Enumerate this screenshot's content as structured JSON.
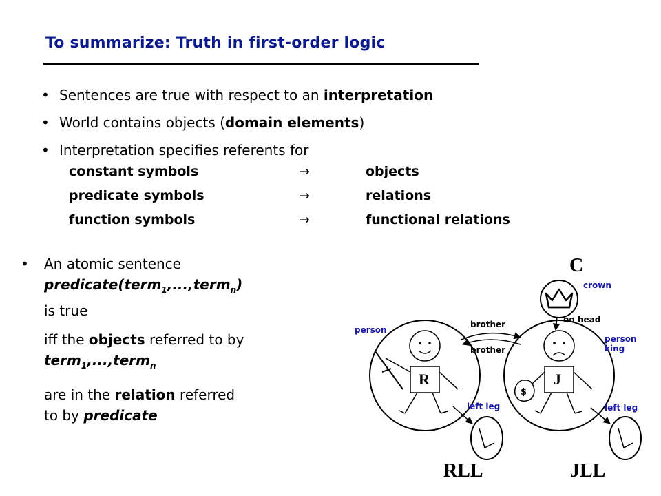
{
  "slide": {
    "title": "To summarize: Truth in first-order logic",
    "bullet_char": "•",
    "bullets": [
      {
        "pre": "Sentences are true with respect to an ",
        "bold": "interpretation",
        "post": ""
      },
      {
        "pre": "World contains objects (",
        "bold": "domain elements",
        "post": ")"
      },
      {
        "pre": "Interpretation specifies referents for",
        "bold": "",
        "post": ""
      }
    ],
    "mappings": [
      {
        "from": "constant symbols",
        "arrow": "→",
        "to": "objects"
      },
      {
        "from": "predicate symbols",
        "arrow": "→",
        "to": "relations"
      },
      {
        "from": "function symbols",
        "arrow": "→",
        "to": "functional relations"
      }
    ],
    "atomic": {
      "intro": "An atomic sentence",
      "formula_pre": "predicate(term",
      "sub1": "1",
      "formula_mid": ",...,term",
      "subn": "n",
      "formula_post": ")",
      "is_true": "is true",
      "iff_pre": "iff the ",
      "iff_bold": "objects",
      "iff_post": " referred to by",
      "terms_pre": "term",
      "terms_sub1": "1",
      "terms_mid": ",...,term",
      "terms_subn": "n",
      "rel_pre": "are in the ",
      "rel_bold": "relation",
      "rel_post": " referred",
      "to_by": "to by ",
      "pred": "predicate"
    }
  },
  "diagram": {
    "label_c": "C",
    "label_crown": "crown",
    "label_on_head": "on head",
    "label_person": "person",
    "label_person2": "person",
    "label_king": "king",
    "label_brother_top": "brother",
    "label_brother_bottom": "brother",
    "label_r": "R",
    "label_j": "J",
    "label_dollar": "$",
    "label_left_leg_r": "left leg",
    "label_left_leg_j": "left leg",
    "label_rll": "RLL",
    "label_jll": "JLL",
    "label_color": "#1a1aa6"
  }
}
